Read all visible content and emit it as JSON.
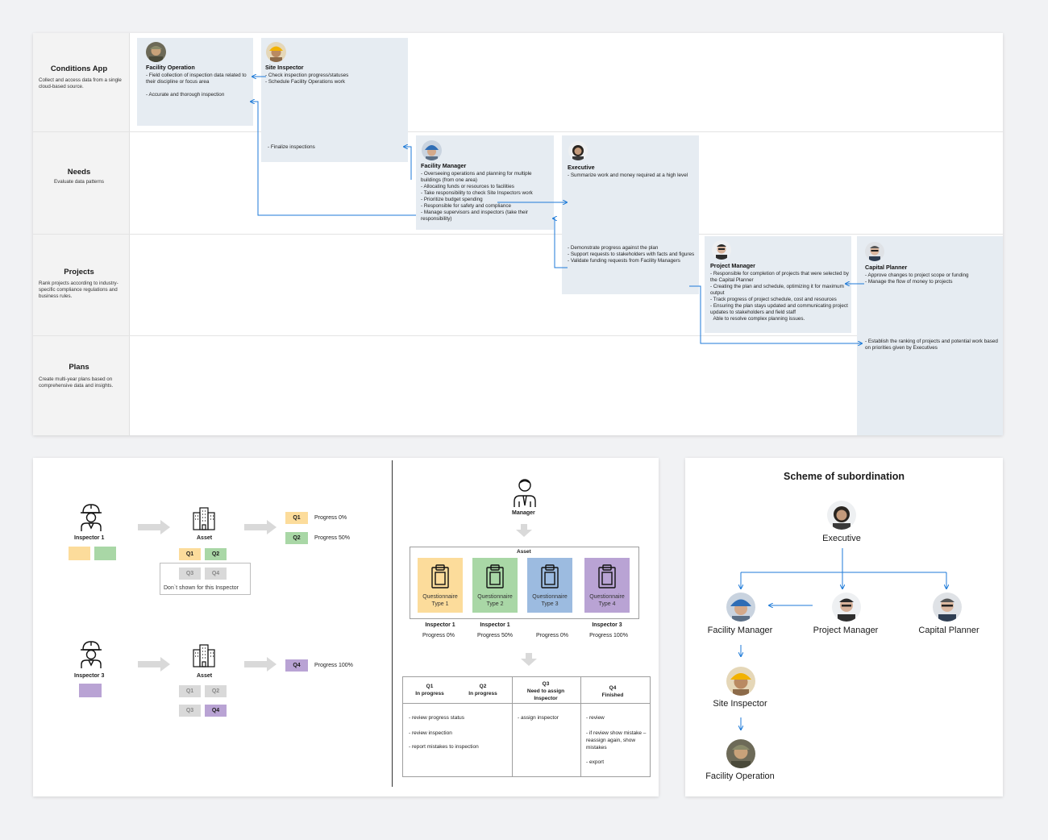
{
  "lanes": [
    {
      "title": "Conditions App",
      "desc": "Collect and access data from a single cloud-based source."
    },
    {
      "title": "Needs",
      "desc": "Evaluate data patterns"
    },
    {
      "title": "Projects",
      "desc": "Rank projects according to industry-specific compliance regulations and business rules."
    },
    {
      "title": "Plans",
      "desc": "Create multi-year plans based on comprehensive data and insights."
    }
  ],
  "cards": {
    "facility_operation": {
      "title": "Facility Operation",
      "items": [
        "- Field collection of inspection data related to their discipline or focus area",
        "- Accurate and thorough inspection"
      ]
    },
    "site_inspector": {
      "title": "Site Inspector",
      "items": [
        "- Check inspection progress/statuses",
        "- Schedule Facility Operations work"
      ],
      "extra": "- Finalize inspections"
    },
    "facility_manager": {
      "title": "Facility Manager",
      "items": [
        "- Overseeing operations and planning for multiple buildings (from one area)",
        "- Allocating funds or resources to facilities",
        "- Take responsibility to check Site Inspectors work",
        "- Prioritize budget spending",
        "- Responsible for safety and compliance",
        "- Manage supervisors and inspectors (take their responsibility)"
      ]
    },
    "executive": {
      "title": "Executive",
      "items": [
        "- Summarize work and money required at a high level"
      ],
      "extra": [
        "- Demonstrate progress against the plan",
        "- Support requests to stakeholders with facts and figures",
        "- Validate funding requests from Facility Managers"
      ]
    },
    "project_manager": {
      "title": "Project Manager",
      "items": [
        "- Responsible for completion of projects that were selected by the Capital Planner",
        "- Creating the plan and schedule, optimizing it for maximum output",
        "- Track progress of project schedule, cost and resources",
        "- Ensuring the plan stays updated and communicating project updates to stakeholders and field staff",
        "  Able to resolve complex planning issues."
      ]
    },
    "capital_planner": {
      "title": "Capital Planner",
      "items": [
        "- Approve changes to project scope or funding",
        "- Manage the flow of money to projects"
      ],
      "extra": "- Establish the ranking of projects and potential work based on priorities given by Executives"
    }
  },
  "inspector_flow": {
    "inspector1": "Inspector 1",
    "inspector3": "Inspector 3",
    "asset": "Asset",
    "q1": "Q1",
    "q2": "Q2",
    "q3": "Q3",
    "q4": "Q4",
    "progress_0": "Progress 0%",
    "progress_50": "Progress 50%",
    "progress_100": "Progress 100%",
    "not_shown": "Don`t shown for this Inspector"
  },
  "manager_flow": {
    "manager": "Manager",
    "asset": "Asset",
    "questionnaires": [
      {
        "label": "Questionnaire Type 1",
        "inspector": "Inspector 1",
        "progress": "Progress 0%",
        "color": "#fcdc9b"
      },
      {
        "label": "Questionnaire Type 2",
        "inspector": "Inspector 1",
        "progress": "Progress 50%",
        "color": "#a9d7a6"
      },
      {
        "label": "Questionnaire Type 3",
        "inspector": "",
        "progress": "Progress 0%",
        "color": "#9cbbe0"
      },
      {
        "label": "Questionnaire Type 4",
        "inspector": "Inspector 3",
        "progress": "Progress 100%",
        "color": "#b9a3d4"
      }
    ],
    "table": {
      "headers": [
        {
          "q": "Q1",
          "s": "In progress"
        },
        {
          "q": "Q2",
          "s": "In progress"
        },
        {
          "q": "Q3",
          "s": "Need to assign Inspector"
        },
        {
          "q": "Q4",
          "s": "Finished"
        }
      ],
      "col1": [
        "- review progress status",
        "- review inspection",
        "- report mistakes to inspection"
      ],
      "col2": [
        "- assign inspector"
      ],
      "col3": [
        "- review",
        "- if review show mistake – reassign again, show mistakes",
        "- export"
      ]
    }
  },
  "org": {
    "title": "Scheme of subordination",
    "executive": "Executive",
    "facility_manager": "Facility Manager",
    "project_manager": "Project Manager",
    "capital_planner": "Capital Planner",
    "site_inspector": "Site Inspector",
    "facility_operation": "Facility Operation"
  },
  "colors": {
    "q1": "#fcdc9b",
    "q2": "#a9d7a6",
    "q3": "#9cbbe0",
    "q4": "#b9a3d4",
    "muted": "#d9d9d9",
    "arrow": "#1d7ad8",
    "box": "#e6ecf2"
  }
}
